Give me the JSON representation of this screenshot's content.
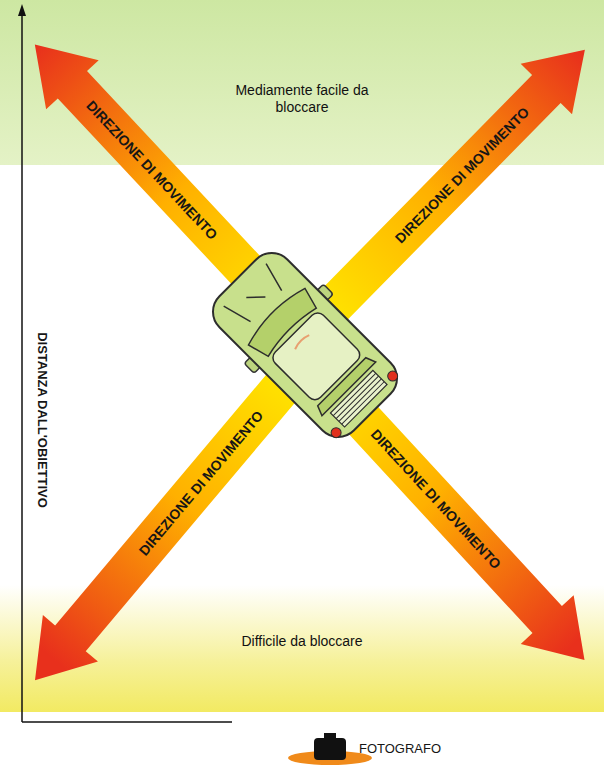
{
  "diagram": {
    "nodes": [
      {
        "text": [
          "Mediamente facile da bloccare"
        ]
      },
      {
        "text": [
          "Difficile da bloccare"
        ]
      }
    ],
    "labels": [
      "DIREZIONE DI MOVIMENTO",
      "DIREZIONE DI MOVIMENTO",
      "DIREZIONE DI MOVIMENTO",
      "DIREZIONE DI MOVIMENTO",
      "DISTANZA DALL'OBIETTIVO",
      "FOTOGRAFO"
    ]
  }
}
